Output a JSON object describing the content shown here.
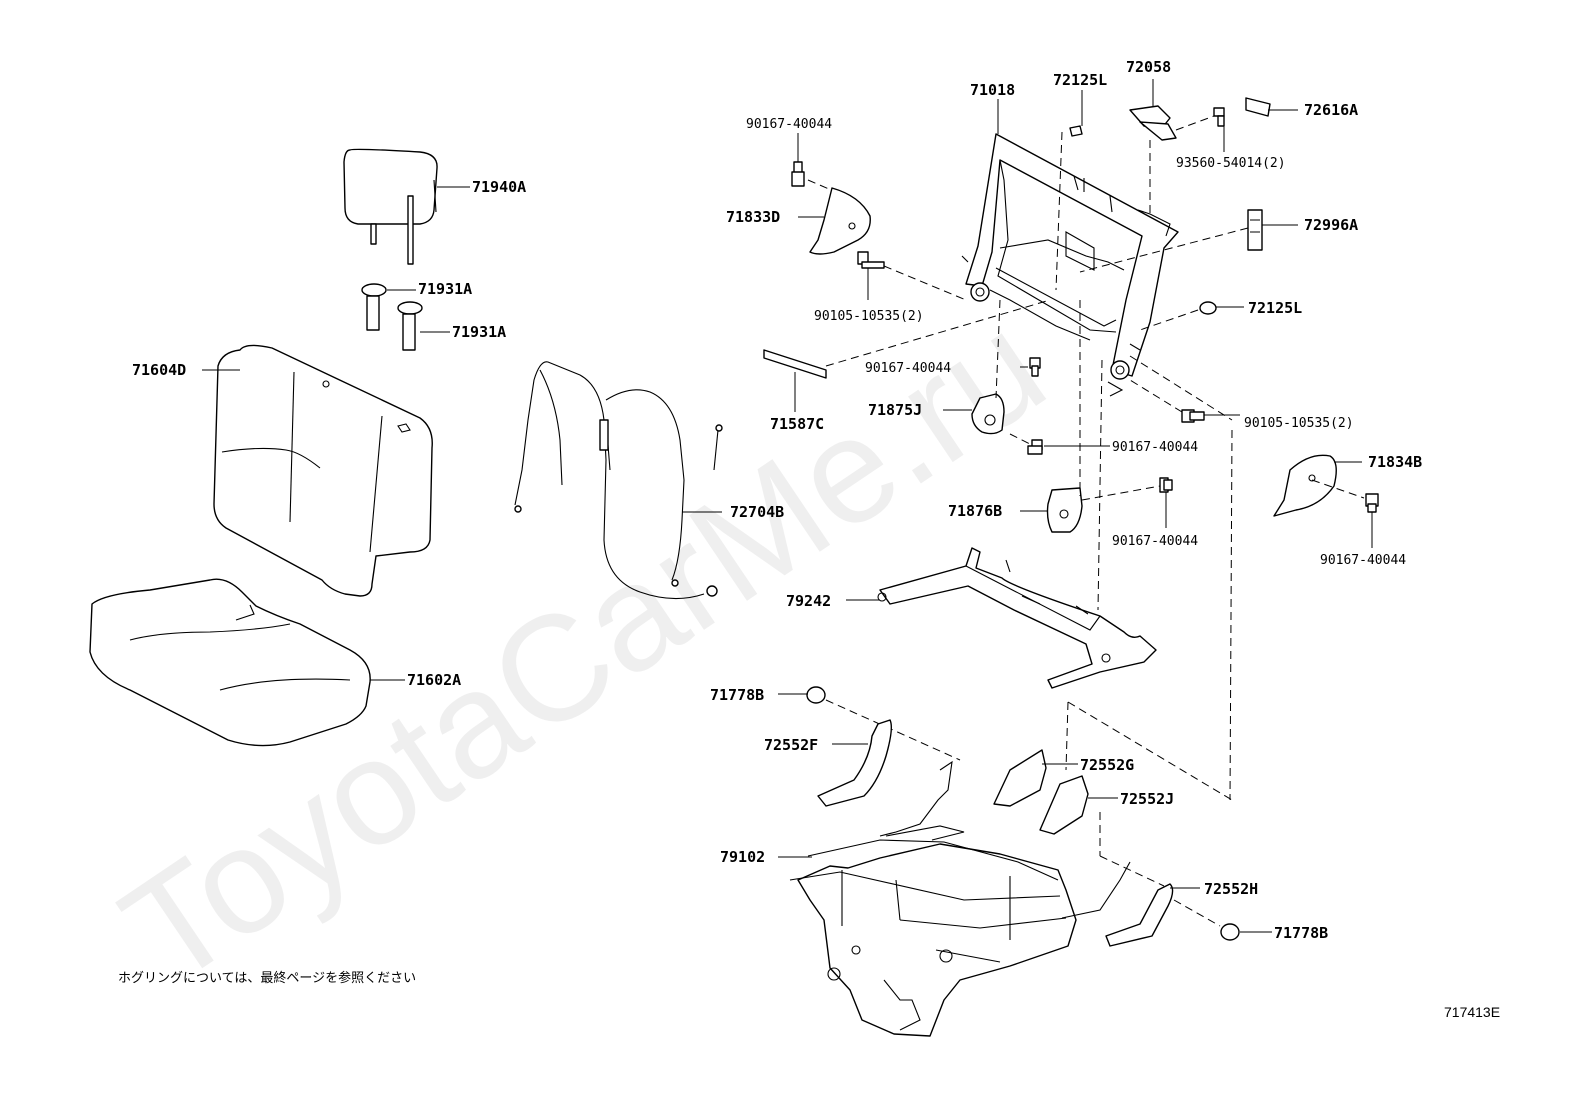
{
  "watermark": "ToyotaCarMe.ru",
  "diagram_code": "717413E",
  "note": "ホグリングについては、最終ページを参照ください",
  "labels": {
    "71940A": "71940A",
    "71931A_1": "71931A",
    "71931A_2": "71931A",
    "71604D": "71604D",
    "71602A": "71602A",
    "72704B": "72704B",
    "90167_40044_top": "90167-40044",
    "71833D": "71833D",
    "90105_10535_l": "90105-10535(2)",
    "71587C": "71587C",
    "90167_40044_mid": "90167-40044",
    "71875J": "71875J",
    "71018": "71018",
    "72125L_top": "72125L",
    "72058": "72058",
    "72616A": "72616A",
    "93560_54014": "93560-54014(2)",
    "72996A": "72996A",
    "72125L_r": "72125L",
    "90105_10535_r": "90105-10535(2)",
    "90167_40044_b": "90167-40044",
    "71876B": "71876B",
    "90167_40044_c": "90167-40044",
    "71834B": "71834B",
    "90167_40044_d": "90167-40044",
    "79242": "79242",
    "71778B_l": "71778B",
    "72552F": "72552F",
    "72552G": "72552G",
    "72552J": "72552J",
    "79102": "79102",
    "72552H": "72552H",
    "71778B_r": "71778B"
  }
}
